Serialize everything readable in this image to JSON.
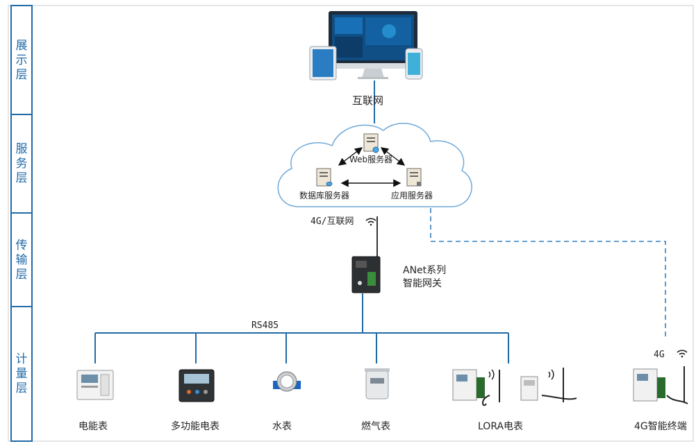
{
  "layers": [
    {
      "label": "展示层"
    },
    {
      "label": "服务层"
    },
    {
      "label": "传输层"
    },
    {
      "label": "计量层"
    }
  ],
  "links": {
    "internet": "互联网",
    "transport": "4G/互联网",
    "rs485": "RS485",
    "fourg": "4G"
  },
  "servers": {
    "web": "Web服务器",
    "db": "数据库服务器",
    "app": "应用服务器"
  },
  "gateway": {
    "line1": "ANet系列",
    "line2": "智能网关"
  },
  "devices": [
    {
      "label": "电能表"
    },
    {
      "label": "多功能电表"
    },
    {
      "label": "水表"
    },
    {
      "label": "燃气表"
    },
    {
      "label": "LORA电表"
    },
    {
      "label": "4G智能终端"
    }
  ],
  "colors": {
    "layer_border": "#1f6aa8",
    "connector": "#1f6aa8",
    "dashed_link": "#2f7ec0",
    "cloud_stroke": "#6fa8d8"
  }
}
